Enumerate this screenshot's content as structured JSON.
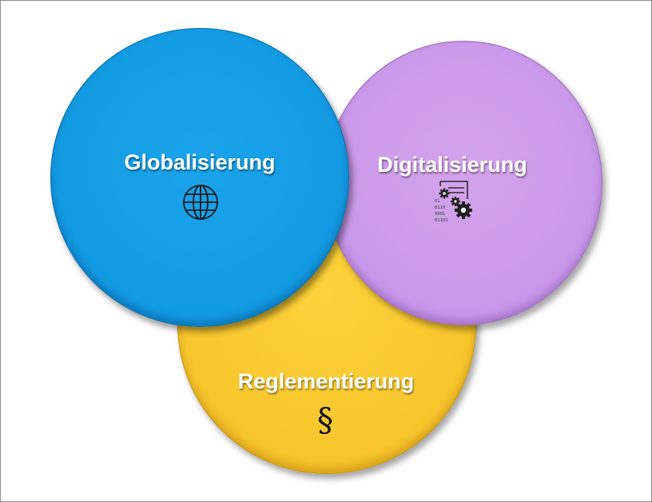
{
  "diagram": {
    "type": "venn",
    "circles": [
      {
        "id": "globalisierung",
        "label": "Globalisierung",
        "icon": "globe-icon",
        "color": "#129be3"
      },
      {
        "id": "digitalisierung",
        "label": "Digitalisierung",
        "icon": "binary-gears-icon",
        "color": "#ca98ea"
      },
      {
        "id": "reglementierung",
        "label": "Reglementierung",
        "icon": "paragraph-icon",
        "symbol": "§",
        "color": "#f8c52c"
      }
    ],
    "binary_text": [
      "01",
      "0110",
      "0001",
      "01101"
    ]
  }
}
